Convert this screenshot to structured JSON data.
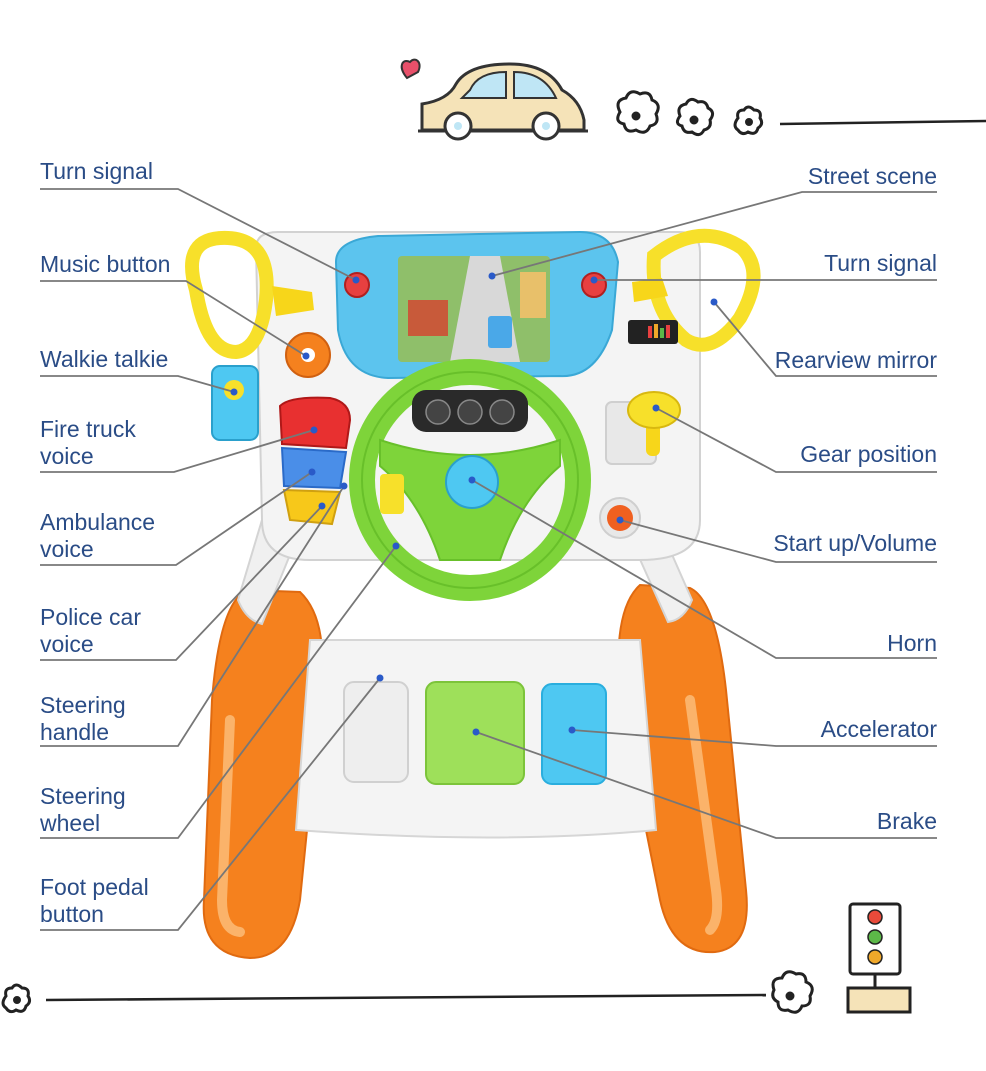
{
  "labels": {
    "turn_signal_left": "Turn signal",
    "music_button": "Music button",
    "walkie_talkie": "Walkie talkie",
    "fire_truck_voice": "Fire truck\nvoice",
    "ambulance_voice": "Ambulance\nvoice",
    "police_car_voice": "Police car\nvoice",
    "steering_handle": "Steering\nhandle",
    "steering_wheel": "Steering\nwheel",
    "foot_pedal_button": "Foot pedal\nbutton",
    "street_scene": "Street scene",
    "turn_signal_right": "Turn signal",
    "rearview_mirror": "Rearview mirror",
    "gear_position": "Gear position",
    "start_up_volume": "Start up/Volume",
    "horn": "Horn",
    "accelerator": "Accelerator",
    "brake": "Brake"
  },
  "colors": {
    "label_text": "#2a4c86",
    "leader_line": "#777777",
    "pointer_dot": "#2a5ac8",
    "orange_frame": "#f5811e",
    "white_body": "#f2f2f2",
    "green_wheel": "#7ed43a",
    "blue_dash": "#5cc4ee",
    "yellow_mirror": "#f7e02a",
    "light_blue_pedal": "#4ec8f2",
    "light_green_pedal": "#9ee05a"
  },
  "decorations": [
    "heart-icon",
    "car-doodle-icon",
    "flower-icon",
    "traffic-light-icon"
  ]
}
